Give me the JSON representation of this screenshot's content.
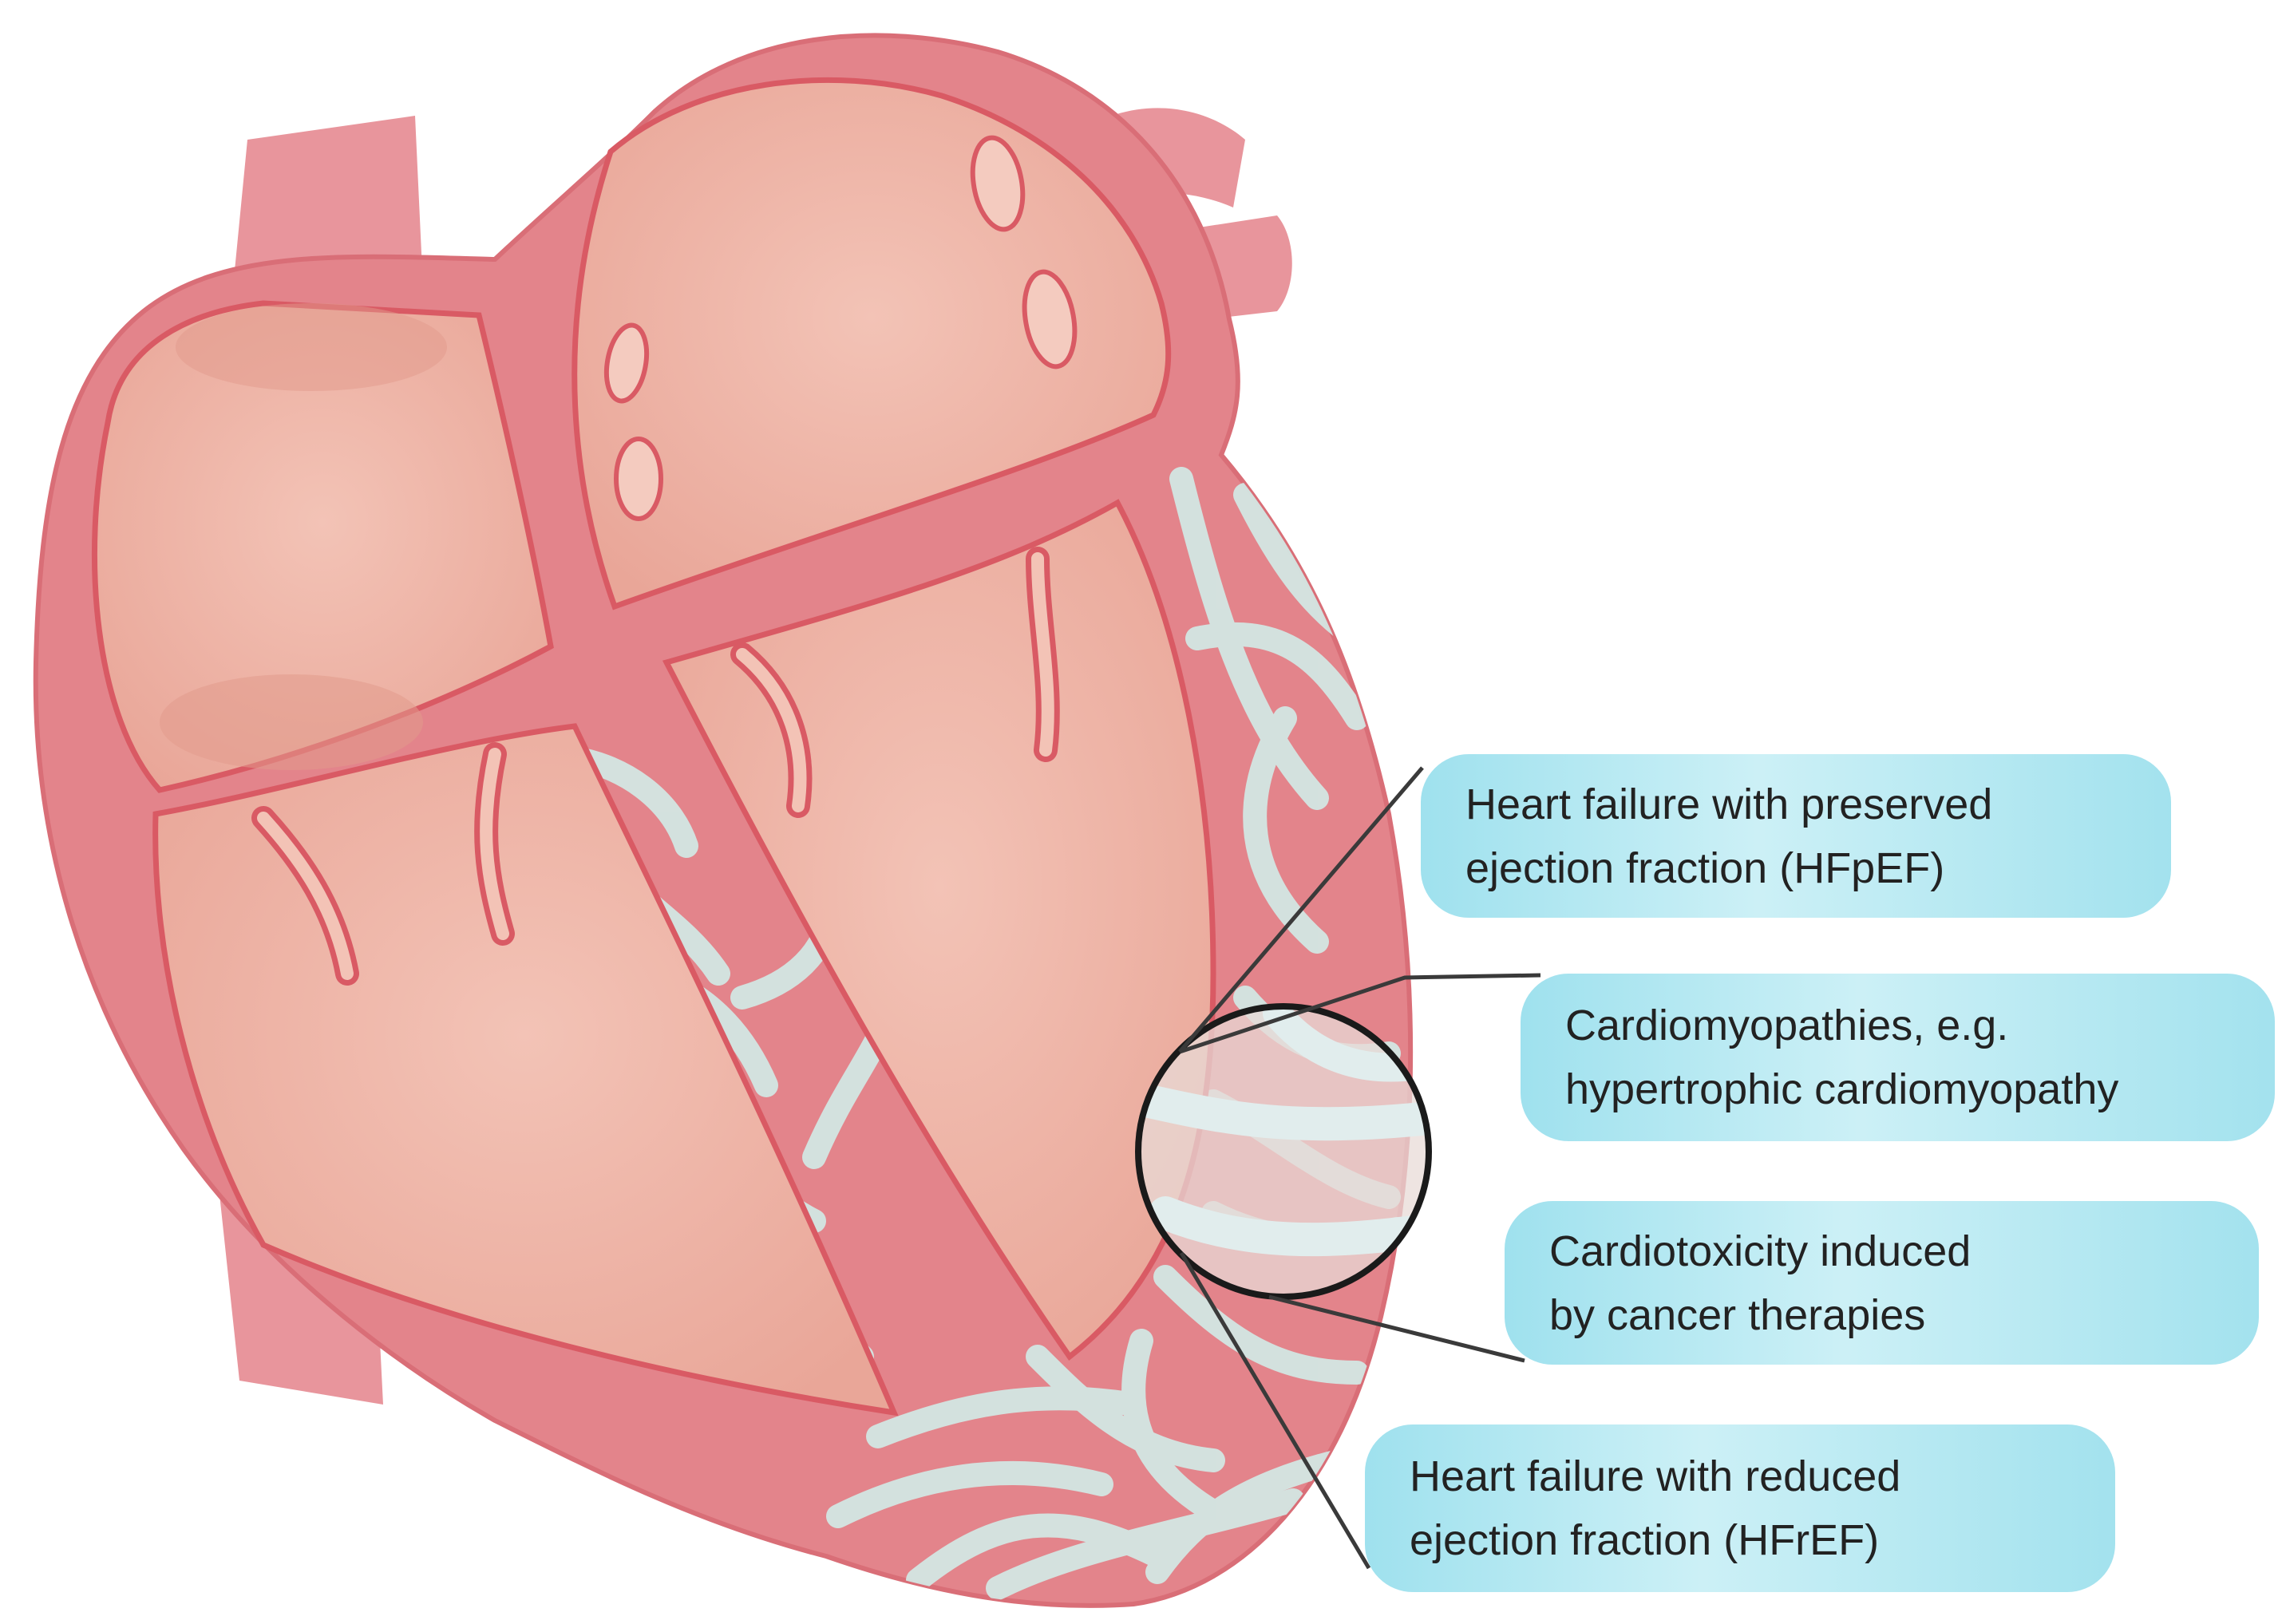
{
  "callouts": [
    {
      "line1": "Heart failure with preserved",
      "line2": "ejection fraction (HFpEF)"
    },
    {
      "line1": "Cardiomyopathies, e.g.",
      "line2": "hypertrophic cardiomyopathy"
    },
    {
      "line1": "Cardiotoxicity induced",
      "line2": "by cancer therapies"
    },
    {
      "line1": "Heart failure with reduced",
      "line2": "ejection fraction (HFrEF)"
    }
  ],
  "colors": {
    "heart_muscle": "#e3848b",
    "chamber_fill": "#f0b8aa",
    "outline": "#d95a64",
    "fibrosis": "#d3e6e3",
    "callout_box": "#a3e2ee",
    "magnifier_ring": "#1a1a1a"
  },
  "icons": {
    "illustration": "heart-cross-section-icon",
    "magnifier": "magnifier-lens-icon"
  }
}
